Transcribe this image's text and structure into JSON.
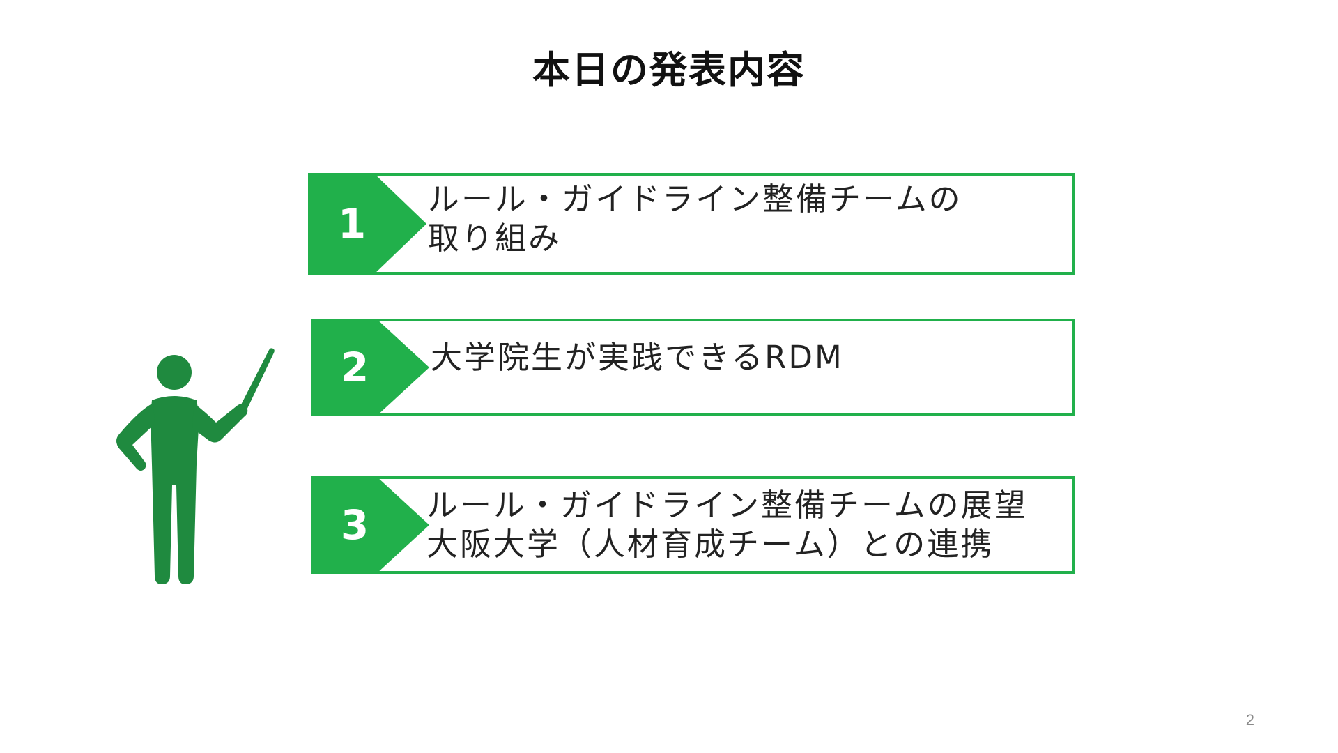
{
  "slide": {
    "title": "本日の発表内容",
    "page_number": "2",
    "accent_color": "#21b04b",
    "figure_color": "#1f8a3f",
    "presenter_icon": "presenter-with-pointer-icon"
  },
  "items": [
    {
      "number": "1",
      "lines": [
        "ルール・ガイドライン整備チームの",
        "取り組み"
      ]
    },
    {
      "number": "2",
      "lines": [
        "大学院生が実践できるRDM"
      ]
    },
    {
      "number": "3",
      "lines": [
        "ルール・ガイドライン整備チームの展望",
        "大阪大学（人材育成チーム）との連携"
      ]
    }
  ]
}
